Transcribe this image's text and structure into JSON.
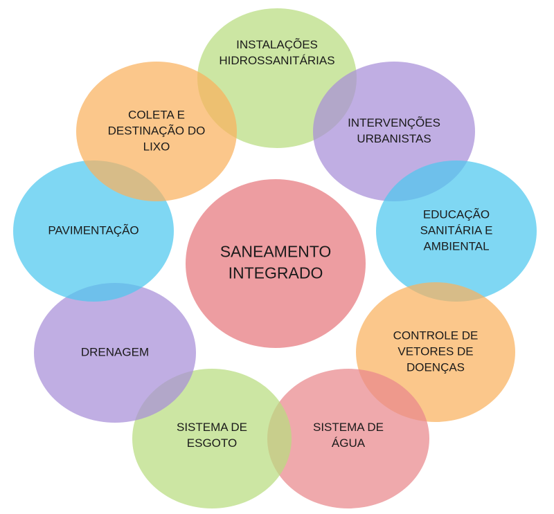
{
  "center": {
    "lines": [
      "SANEAMENTO",
      "INTEGRADO"
    ],
    "color": "#e9888c"
  },
  "nodes": [
    {
      "id": "instalacoes",
      "lines": [
        "INSTALAÇÕES",
        "HIDROSSANITÁRIAS"
      ],
      "color": "#b9dd80"
    },
    {
      "id": "intervencoes",
      "lines": [
        "INTERVENÇÕES",
        "URBANISTAS"
      ],
      "color": "#a88fd8"
    },
    {
      "id": "educacao",
      "lines": [
        "EDUCAÇÃO",
        "SANITÁRIA E",
        "AMBIENTAL"
      ],
      "color": "#4dc8ee"
    },
    {
      "id": "controle",
      "lines": [
        "CONTROLE DE",
        "VETORES DE",
        "DOENÇAS"
      ],
      "color": "#f9b25e"
    },
    {
      "id": "agua",
      "lines": [
        "SISTEMA DE",
        "ÁGUA"
      ],
      "color": "#e9888c"
    },
    {
      "id": "esgoto",
      "lines": [
        "SISTEMA DE",
        "ESGOTO"
      ],
      "color": "#b9dd80"
    },
    {
      "id": "drenagem",
      "lines": [
        "DRENAGEM"
      ],
      "color": "#a88fd8"
    },
    {
      "id": "pavimentacao",
      "lines": [
        "PAVIMENTAÇÃO"
      ],
      "color": "#4dc8ee"
    },
    {
      "id": "coleta",
      "lines": [
        "COLETA E",
        "DESTINAÇÃO DO",
        "LIXO"
      ],
      "color": "#f9b25e"
    }
  ]
}
